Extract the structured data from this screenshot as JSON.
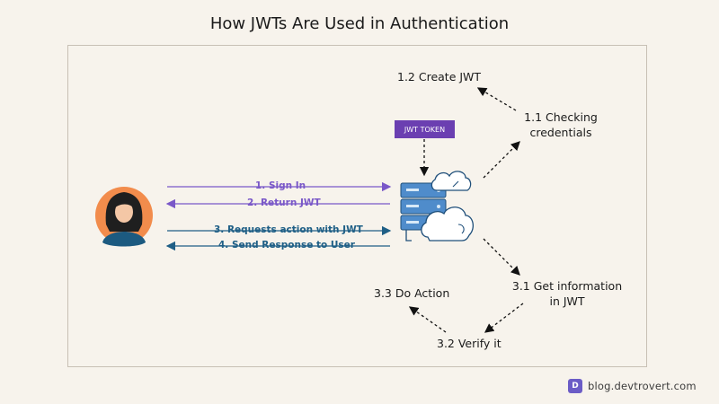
{
  "title": "How JWTs Are Used in Authentication",
  "badge": "JWT TOKEN",
  "steps": {
    "create_jwt": "1.2 Create JWT",
    "checking_credentials": "1.1 Checking credentials",
    "get_information": "3.1 Get information in JWT",
    "verify": "3.2 Verify it",
    "do_action": "3.3 Do Action"
  },
  "flows": {
    "sign_in": "1. Sign In",
    "return_jwt": "2. Return JWT",
    "requests_action": "3. Requests action with JWT",
    "send_response": "4. Send Response to User"
  },
  "colors": {
    "purple": "#7a58c8",
    "blue": "#1f5f86",
    "badge": "#6b3fb1",
    "server": "#4f8ccb",
    "avatar_bg": "#f28c4c"
  },
  "icons": {
    "user": "user-avatar-icon",
    "server": "server-cloud-icon",
    "logo": "devtrovert-logo-icon"
  },
  "footer": {
    "logo_letter": "D",
    "site": "blog.devtrovert.com"
  }
}
